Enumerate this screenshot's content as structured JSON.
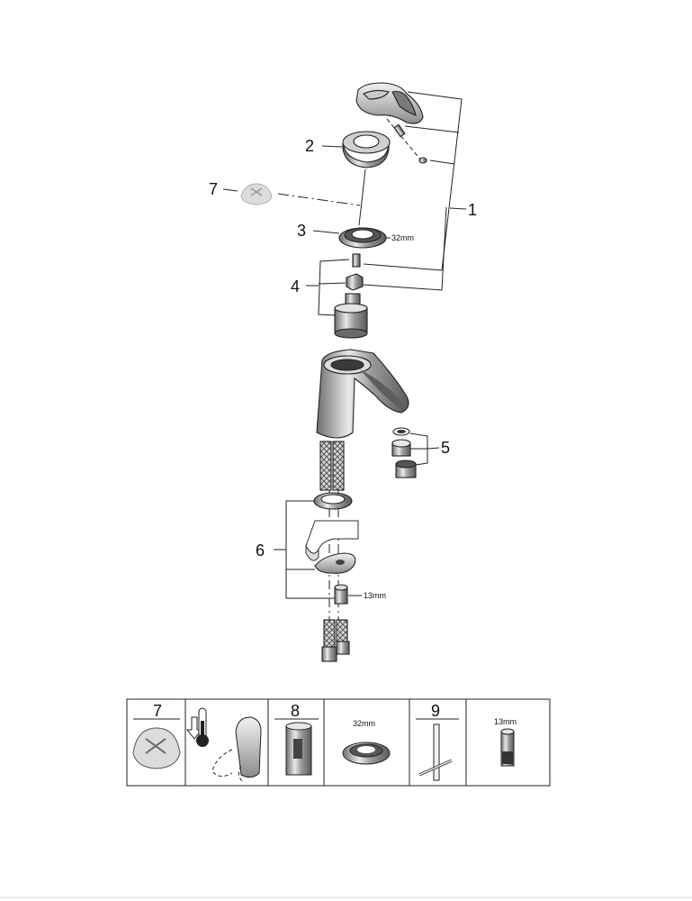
{
  "callouts": {
    "p1": "1",
    "p2": "2",
    "p3": "3",
    "p4": "4",
    "p5": "5",
    "p6": "6",
    "p7": "7"
  },
  "dimensions": {
    "nut_32": "32mm",
    "nut_13": "13mm"
  },
  "table": {
    "cells": [
      {
        "number": "7",
        "dim": ""
      },
      {
        "number": "",
        "dim": ""
      },
      {
        "number": "8",
        "dim": ""
      },
      {
        "number": "",
        "dim": "32mm"
      },
      {
        "number": "9",
        "dim": ""
      },
      {
        "number": "",
        "dim": "13mm"
      }
    ]
  }
}
